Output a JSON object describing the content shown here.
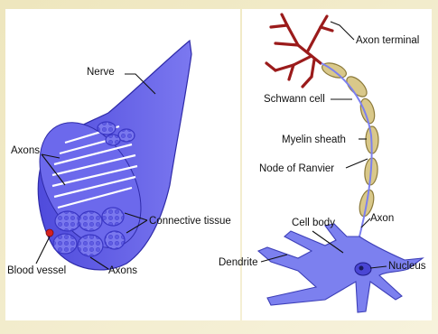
{
  "labels": {
    "nerve": "Nerve",
    "axons_top": "Axons",
    "connective_tissue": "Connective tissue",
    "blood_vessel": "Blood vessel",
    "axons_bottom": "Axons",
    "axon_terminal": "Axon terminal",
    "schwann_cell": "Schwann cell",
    "myelin_sheath": "Myelin sheath",
    "node_of_ranvier": "Node of Ranvier",
    "cell_body": "Cell body",
    "axon": "Axon",
    "dendrite": "Dendrite",
    "nucleus": "Nucleus"
  },
  "colors": {
    "background": "#f5f0d6",
    "nerve_blue": "#5a57e6",
    "nerve_dark": "#3b37c8",
    "fascicle_light": "#8a88f0",
    "terminal_red": "#9b1b1b",
    "myelin_tan": "#d9c88a",
    "neuron_blue": "#7c80ef"
  }
}
